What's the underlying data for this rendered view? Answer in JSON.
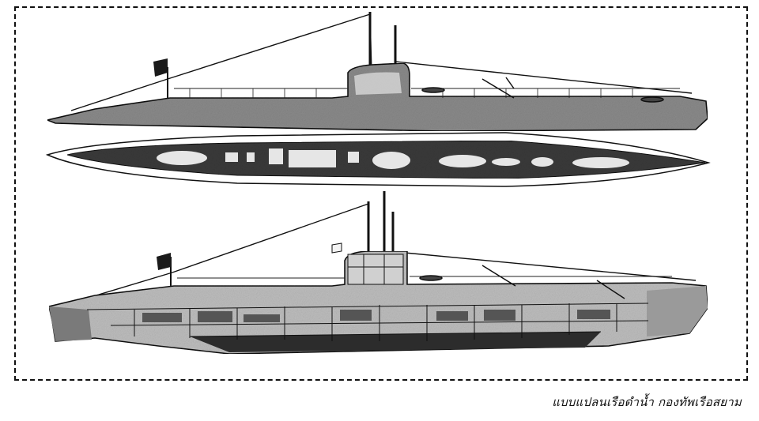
{
  "caption": "แบบแปลนเรือดำน้ำ กองทัพเรือสยาม",
  "colors": {
    "ink": "#111111",
    "hull_shade": "#7a7a7a",
    "hull_dark": "#3a3a3a",
    "paper": "#ffffff"
  },
  "views": [
    {
      "name": "side-profile-view"
    },
    {
      "name": "top-plan-view"
    },
    {
      "name": "cutaway-profile-view"
    }
  ]
}
